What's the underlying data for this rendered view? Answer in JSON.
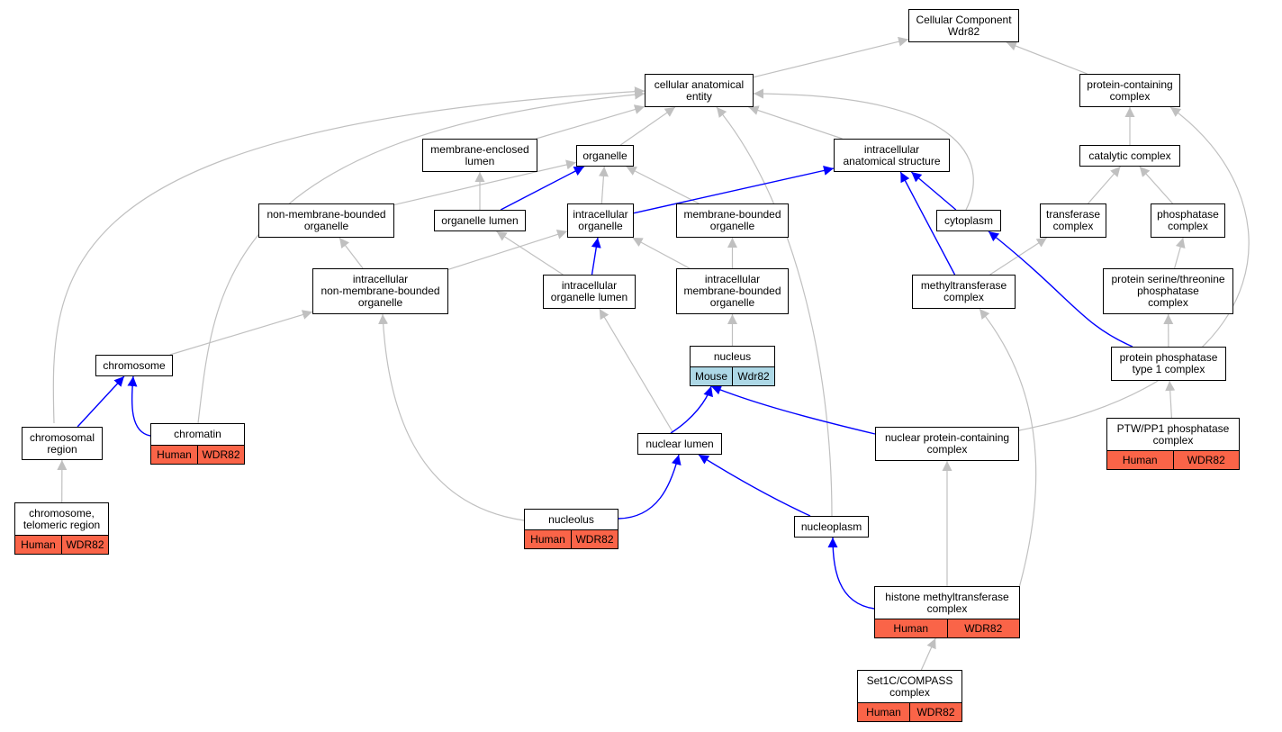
{
  "nodes": [
    {
      "id": "cc",
      "label": "Cellular Component\nWdr82"
    },
    {
      "id": "cae",
      "label": "cellular anatomical\nentity"
    },
    {
      "id": "pcc",
      "label": "protein-containing\ncomplex"
    },
    {
      "id": "mel",
      "label": "membrane-enclosed\nlumen"
    },
    {
      "id": "org",
      "label": "organelle"
    },
    {
      "id": "ias",
      "label": "intracellular\nanatomical structure"
    },
    {
      "id": "cat",
      "label": "catalytic complex"
    },
    {
      "id": "nmbo",
      "label": "non-membrane-bounded\norganelle"
    },
    {
      "id": "orgl",
      "label": "organelle lumen"
    },
    {
      "id": "io",
      "label": "intracellular\norganelle"
    },
    {
      "id": "mbo",
      "label": "membrane-bounded\norganelle"
    },
    {
      "id": "cyto",
      "label": "cytoplasm"
    },
    {
      "id": "trans",
      "label": "transferase\ncomplex"
    },
    {
      "id": "phos",
      "label": "phosphatase\ncomplex"
    },
    {
      "id": "inmbo",
      "label": "intracellular\nnon-membrane-bounded\norganelle"
    },
    {
      "id": "iol",
      "label": "intracellular\norganelle lumen"
    },
    {
      "id": "imbo",
      "label": "intracellular\nmembrane-bounded\norganelle"
    },
    {
      "id": "mtc",
      "label": "methyltransferase\ncomplex"
    },
    {
      "id": "pstp",
      "label": "protein serine/threonine\nphosphatase\ncomplex"
    },
    {
      "id": "nuc",
      "label": "nucleus",
      "annotation": {
        "species": "Mouse",
        "gene": "Wdr82",
        "kind": "mouse"
      }
    },
    {
      "id": "chr",
      "label": "chromosome"
    },
    {
      "id": "pp1",
      "label": "protein phosphatase\ntype 1 complex"
    },
    {
      "id": "chrom",
      "label": "chromatin",
      "annotation": {
        "species": "Human",
        "gene": "WDR82",
        "kind": "human"
      }
    },
    {
      "id": "chrreg",
      "label": "chromosomal\nregion"
    },
    {
      "id": "nlum",
      "label": "nuclear lumen"
    },
    {
      "id": "npc",
      "label": "nuclear protein-containing\ncomplex"
    },
    {
      "id": "ptw",
      "label": "PTW/PP1 phosphatase\ncomplex",
      "annotation": {
        "species": "Human",
        "gene": "WDR82",
        "kind": "human"
      }
    },
    {
      "id": "tel",
      "label": "chromosome,\ntelomeric region",
      "annotation": {
        "species": "Human",
        "gene": "WDR82",
        "kind": "human"
      }
    },
    {
      "id": "nucl",
      "label": "nucleolus",
      "annotation": {
        "species": "Human",
        "gene": "WDR82",
        "kind": "human"
      }
    },
    {
      "id": "nplasm",
      "label": "nucleoplasm"
    },
    {
      "id": "hmt",
      "label": "histone methyltransferase\ncomplex",
      "annotation": {
        "species": "Human",
        "gene": "WDR82",
        "kind": "human"
      }
    },
    {
      "id": "set1",
      "label": "Set1C/COMPASS\ncomplex",
      "annotation": {
        "species": "Human",
        "gene": "WDR82",
        "kind": "human"
      }
    }
  ],
  "edges": [
    {
      "from": "cae",
      "to": "cc",
      "type": "is_a"
    },
    {
      "from": "pcc",
      "to": "cc",
      "type": "is_a"
    },
    {
      "from": "mel",
      "to": "cae",
      "type": "is_a"
    },
    {
      "from": "org",
      "to": "cae",
      "type": "is_a"
    },
    {
      "from": "ias",
      "to": "cae",
      "type": "is_a"
    },
    {
      "from": "cyto",
      "to": "cae",
      "type": "is_a"
    },
    {
      "from": "chrreg",
      "to": "cae",
      "type": "is_a"
    },
    {
      "from": "chrom",
      "to": "cae",
      "type": "is_a"
    },
    {
      "from": "nplasm",
      "to": "cae",
      "type": "is_a"
    },
    {
      "from": "cat",
      "to": "pcc",
      "type": "is_a"
    },
    {
      "from": "npc",
      "to": "pcc",
      "type": "is_a"
    },
    {
      "from": "trans",
      "to": "cat",
      "type": "is_a"
    },
    {
      "from": "phos",
      "to": "cat",
      "type": "is_a"
    },
    {
      "from": "orgl",
      "to": "mel",
      "type": "is_a"
    },
    {
      "from": "orgl",
      "to": "org",
      "type": "part_of"
    },
    {
      "from": "nmbo",
      "to": "org",
      "type": "is_a"
    },
    {
      "from": "io",
      "to": "org",
      "type": "is_a"
    },
    {
      "from": "mbo",
      "to": "org",
      "type": "is_a"
    },
    {
      "from": "io",
      "to": "ias",
      "type": "part_of"
    },
    {
      "from": "cyto",
      "to": "ias",
      "type": "part_of"
    },
    {
      "from": "mtc",
      "to": "ias",
      "type": "part_of"
    },
    {
      "from": "inmbo",
      "to": "nmbo",
      "type": "is_a"
    },
    {
      "from": "inmbo",
      "to": "io",
      "type": "is_a"
    },
    {
      "from": "iol",
      "to": "orgl",
      "type": "is_a"
    },
    {
      "from": "iol",
      "to": "io",
      "type": "part_of"
    },
    {
      "from": "imbo",
      "to": "io",
      "type": "is_a"
    },
    {
      "from": "imbo",
      "to": "mbo",
      "type": "is_a"
    },
    {
      "from": "mtc",
      "to": "trans",
      "type": "is_a"
    },
    {
      "from": "pp1",
      "to": "cyto",
      "type": "part_of"
    },
    {
      "from": "pstp",
      "to": "phos",
      "type": "is_a"
    },
    {
      "from": "chr",
      "to": "inmbo",
      "type": "is_a"
    },
    {
      "from": "nucl",
      "to": "inmbo",
      "type": "is_a"
    },
    {
      "from": "nlum",
      "to": "iol",
      "type": "is_a"
    },
    {
      "from": "nuc",
      "to": "imbo",
      "type": "is_a"
    },
    {
      "from": "hmt",
      "to": "mtc",
      "type": "is_a"
    },
    {
      "from": "pp1",
      "to": "pstp",
      "type": "is_a"
    },
    {
      "from": "chrreg",
      "to": "chr",
      "type": "part_of"
    },
    {
      "from": "chrom",
      "to": "chr",
      "type": "part_of"
    },
    {
      "from": "nlum",
      "to": "nuc",
      "type": "part_of"
    },
    {
      "from": "npc",
      "to": "nuc",
      "type": "part_of"
    },
    {
      "from": "ptw",
      "to": "pp1",
      "type": "is_a"
    },
    {
      "from": "tel",
      "to": "chrreg",
      "type": "is_a"
    },
    {
      "from": "nucl",
      "to": "nlum",
      "type": "part_of"
    },
    {
      "from": "nplasm",
      "to": "nlum",
      "type": "part_of"
    },
    {
      "from": "hmt",
      "to": "npc",
      "type": "is_a"
    },
    {
      "from": "hmt",
      "to": "nplasm",
      "type": "part_of"
    },
    {
      "from": "set1",
      "to": "hmt",
      "type": "is_a"
    }
  ],
  "colors": {
    "is_a": "#c0c0c0",
    "part_of": "#0000ff",
    "human": "#fa6448",
    "mouse": "#add8e6"
  }
}
